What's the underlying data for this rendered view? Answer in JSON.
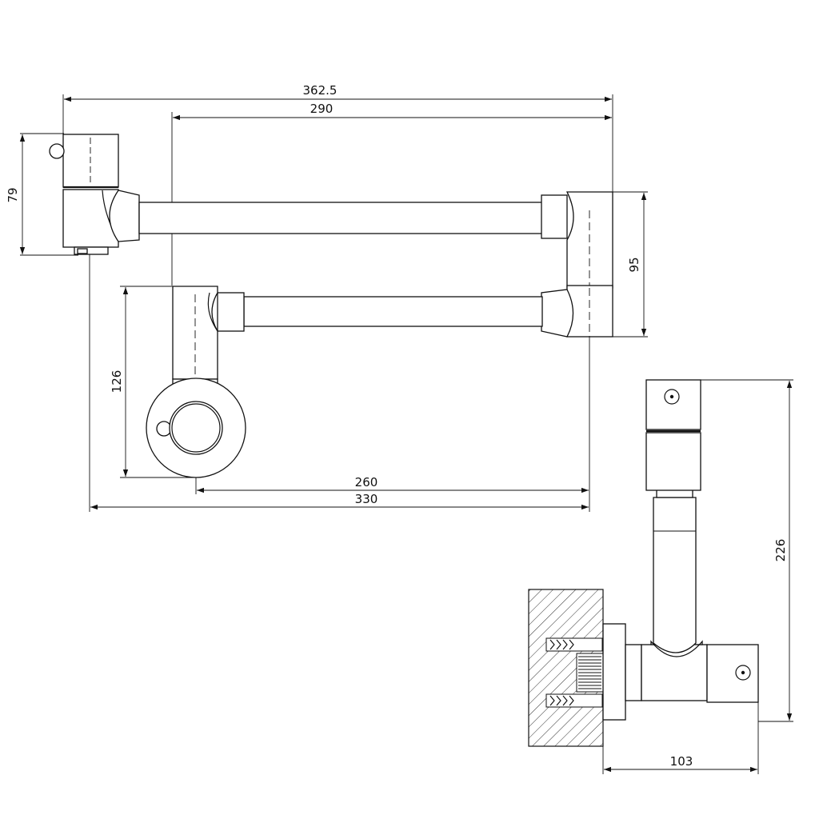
{
  "dimensions": {
    "overall_length": "362.5",
    "arm_length": "290",
    "arm_height": "79",
    "swing_depth": "95",
    "lower_arm_height": "126",
    "spout_reach_inner": "260",
    "spout_reach_outer": "330",
    "side_height": "226",
    "wall_projection": "103"
  }
}
